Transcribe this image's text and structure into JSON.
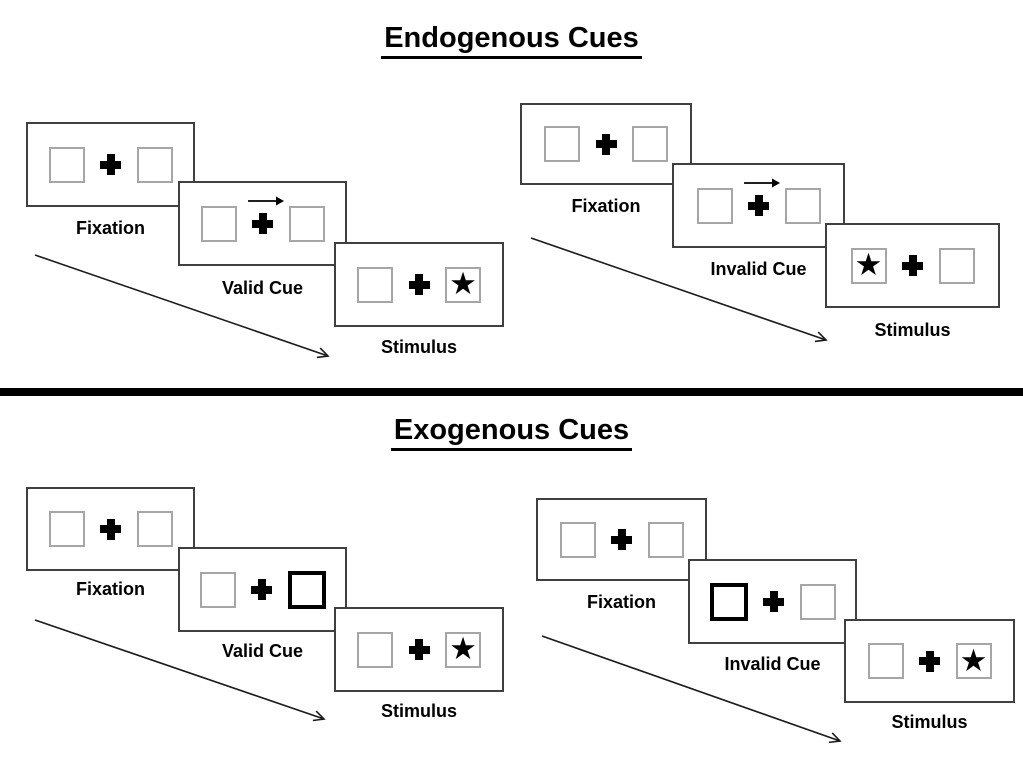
{
  "titles": {
    "endogenous": "Endogenous Cues",
    "exogenous": "Exogenous Cues"
  },
  "glyphs": {
    "star": "★"
  },
  "colors": {
    "ink": "#000000",
    "panel_border": "#404040",
    "square_border": "#a6a6a6",
    "cue_highlight_border": "#000000",
    "background": "#ffffff"
  },
  "endogenous": {
    "valid": {
      "fixation": "Fixation",
      "cue": "Valid Cue",
      "stimulus": "Stimulus"
    },
    "invalid": {
      "fixation": "Fixation",
      "cue": "Invalid Cue",
      "stimulus": "Stimulus"
    }
  },
  "exogenous": {
    "valid": {
      "fixation": "Fixation",
      "cue": "Valid Cue",
      "stimulus": "Stimulus"
    },
    "invalid": {
      "fixation": "Fixation",
      "cue": "Invalid Cue",
      "stimulus": "Stimulus"
    }
  }
}
